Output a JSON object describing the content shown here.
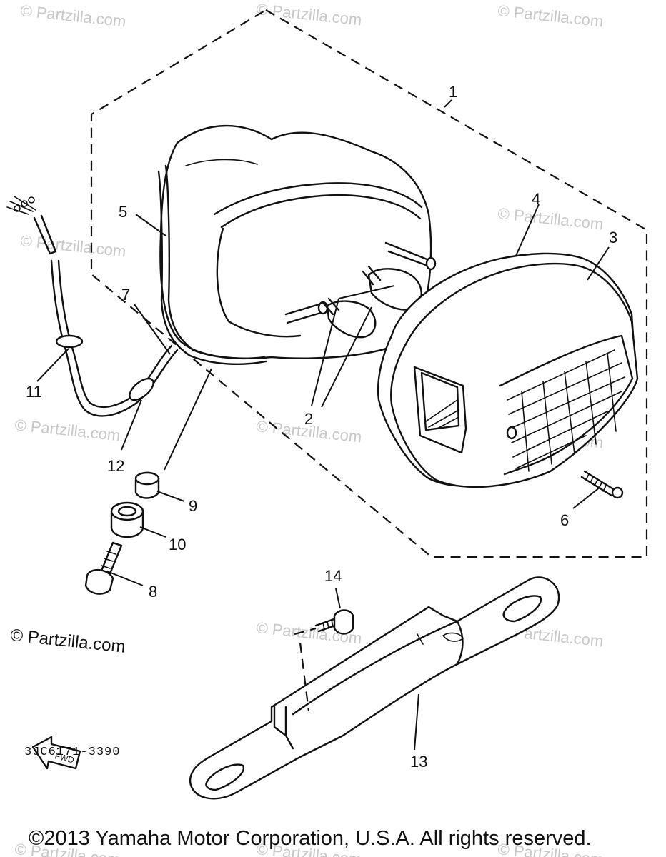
{
  "diagram": {
    "callouts": [
      "1",
      "2",
      "3",
      "4",
      "5",
      "6",
      "7",
      "8",
      "9",
      "10",
      "11",
      "12",
      "13",
      "14"
    ],
    "watermark": "© Partzilla.com",
    "large_watermark": "© Partzilla.com",
    "fwd_label": "FWD",
    "diagram_code": "3JC6171-3390",
    "copyright": "©2013 Yamaha Motor Corporation, U.S.A. All rights reserved."
  }
}
